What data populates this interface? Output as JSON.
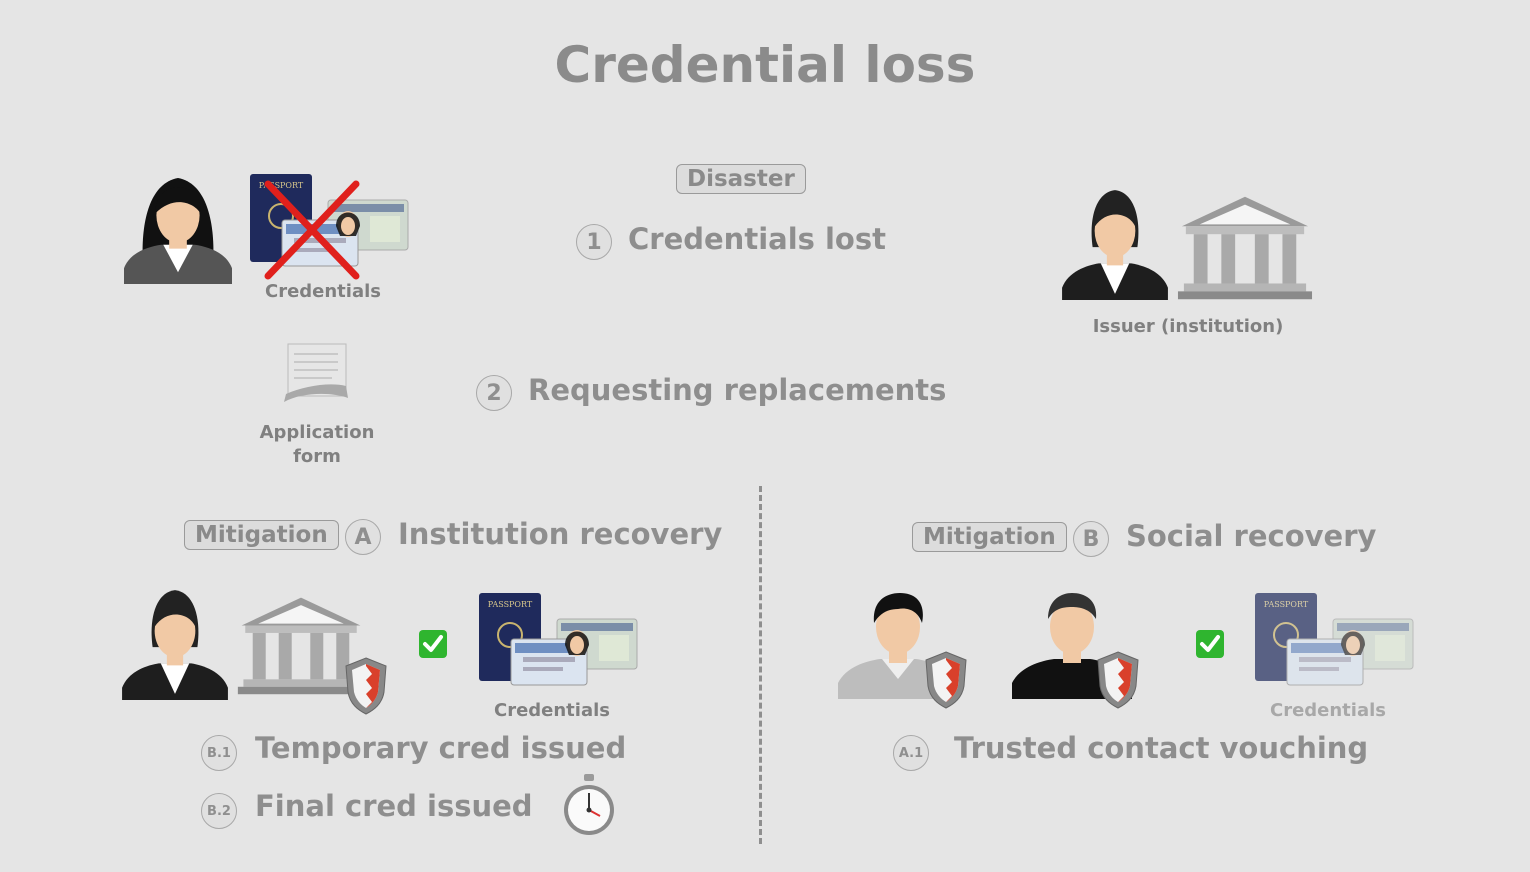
{
  "title": "Credential loss",
  "disaster": {
    "tag": "Disaster",
    "steps": [
      {
        "marker": "1",
        "label": "Credentials lost"
      },
      {
        "marker": "2",
        "label": "Requesting replacements"
      }
    ],
    "credentials_caption": "Credentials",
    "application_caption_line1": "Application",
    "application_caption_line2": "form",
    "issuer_caption": "Issuer (institution)"
  },
  "mitigation_a": {
    "tag": "Mitigation",
    "marker": "A",
    "label": "Institution recovery",
    "credentials_caption": "Credentials",
    "steps": [
      {
        "marker": "B.1",
        "label": "Temporary cred issued"
      },
      {
        "marker": "B.2",
        "label": "Final cred issued"
      }
    ]
  },
  "mitigation_b": {
    "tag": "Mitigation",
    "marker": "B",
    "label": "Social recovery",
    "credentials_caption": "Credentials",
    "steps": [
      {
        "marker": "A.1",
        "label": "Trusted contact vouching"
      }
    ]
  },
  "colors": {
    "background": "#e5e5e5",
    "text": "#8a8a8a",
    "cross": "#e0201c",
    "check": "#2fb52f",
    "shield": "#d9402b"
  }
}
